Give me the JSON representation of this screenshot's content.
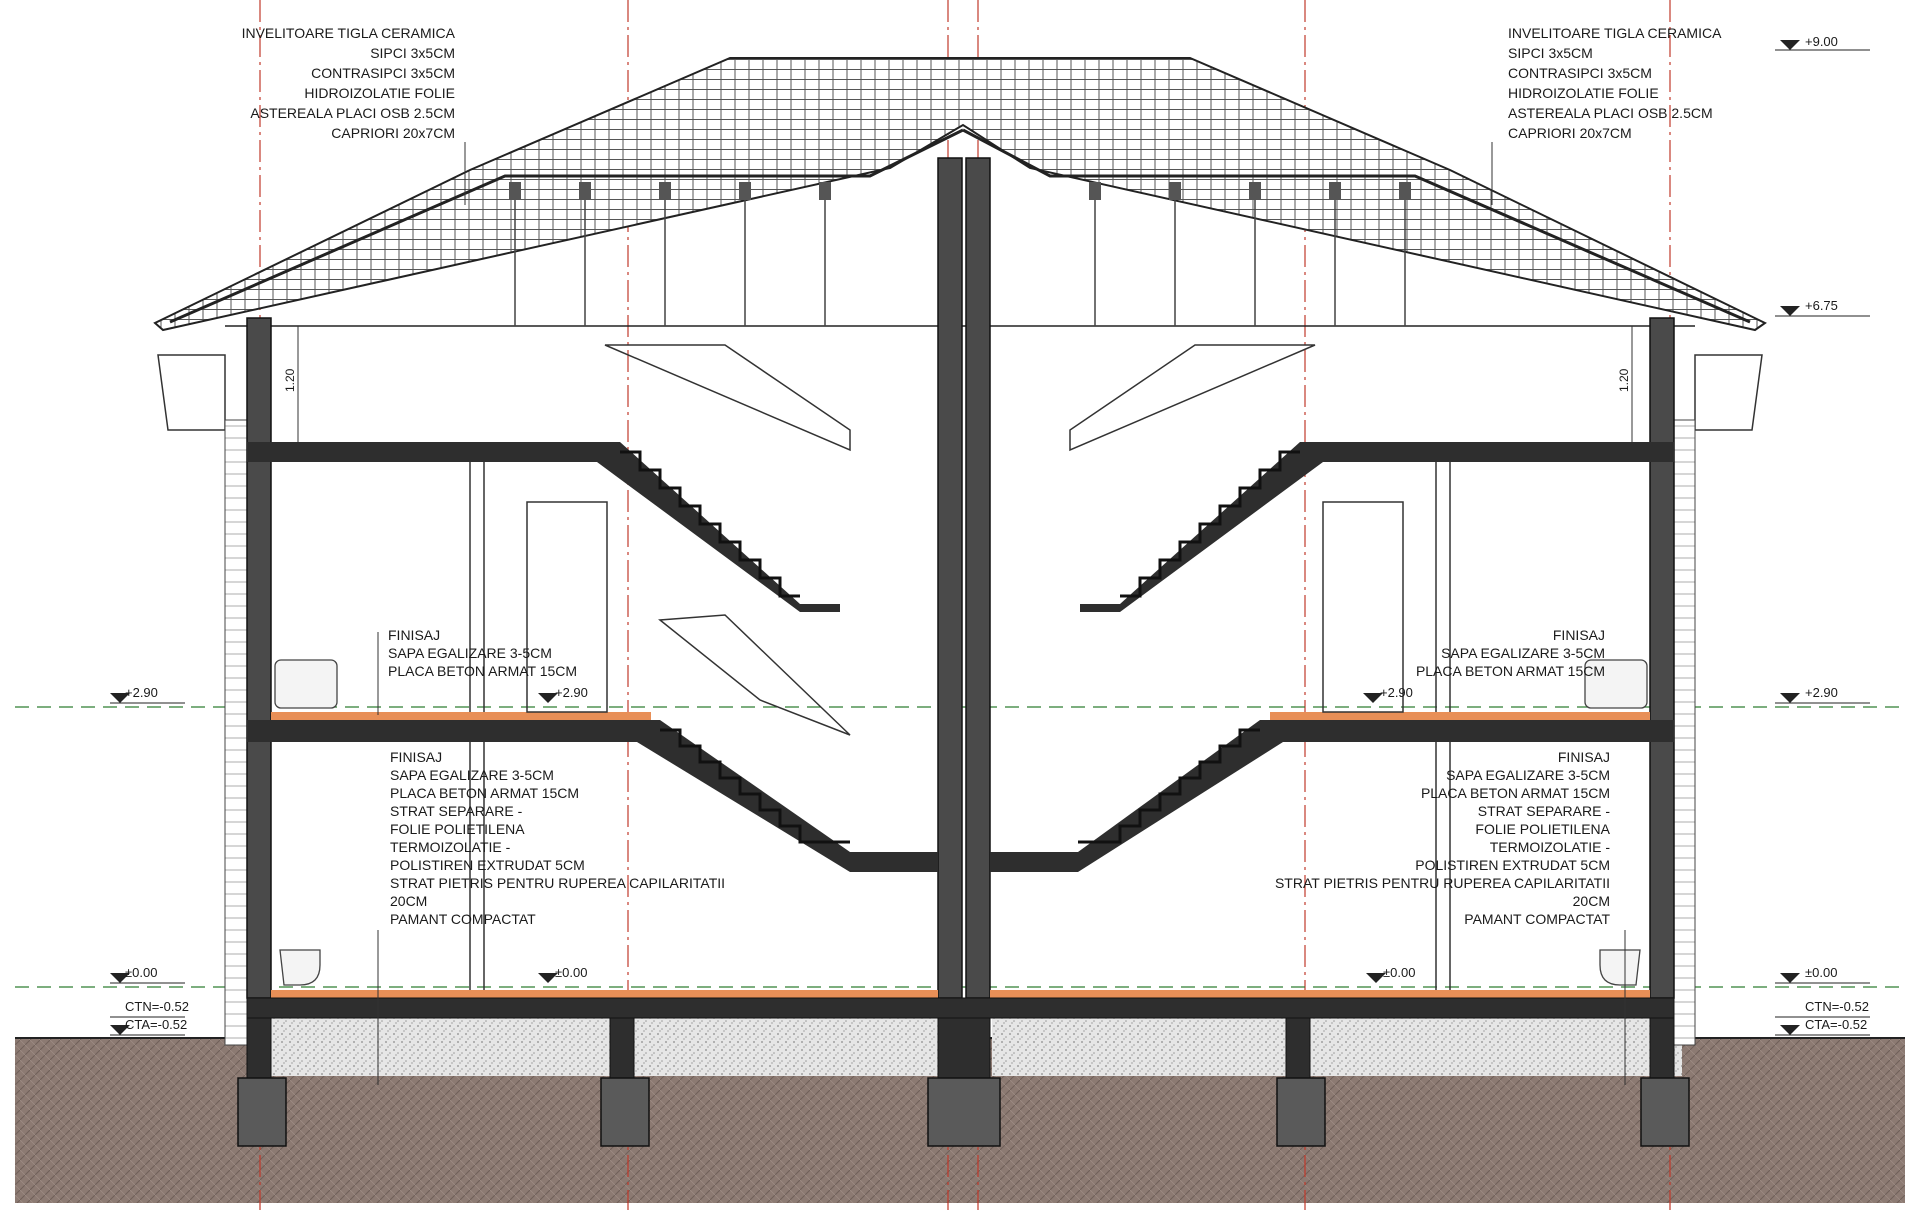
{
  "notes": {
    "roof_left": [
      "INVELITOARE TIGLA CERAMICA",
      "SIPCI 3x5CM",
      "CONTRASIPCI 3x5CM",
      "HIDROIZOLATIE FOLIE",
      "ASTEREALA PLACI OSB 2.5CM",
      "CAPRIORI 20x7CM"
    ],
    "roof_right": [
      "INVELITOARE TIGLA CERAMICA",
      "SIPCI 3x5CM",
      "CONTRASIPCI 3x5CM",
      "HIDROIZOLATIE FOLIE",
      "ASTEREALA PLACI OSB 2.5CM",
      "CAPRIORI 20x7CM"
    ],
    "floor_left": [
      "FINISAJ",
      "SAPA EGALIZARE 3-5CM",
      "PLACA BETON ARMAT 15CM"
    ],
    "floor_right": [
      "FINISAJ",
      "SAPA EGALIZARE 3-5CM",
      "PLACA BETON ARMAT 15CM"
    ],
    "ground_left": [
      "FINISAJ",
      "SAPA EGALIZARE 3-5CM",
      "PLACA BETON ARMAT 15CM",
      "STRAT SEPARARE -",
      "FOLIE POLIETILENA",
      "TERMOIZOLATIE -",
      "POLISTIREN EXTRUDAT 5CM",
      "STRAT PIETRIS PENTRU RUPEREA CAPILARITATII",
      "20CM",
      "PAMANT COMPACTAT"
    ],
    "ground_right": [
      "FINISAJ",
      "SAPA EGALIZARE 3-5CM",
      "PLACA BETON ARMAT 15CM",
      "STRAT SEPARARE -",
      "FOLIE POLIETILENA",
      "TERMOIZOLATIE -",
      "POLISTIREN EXTRUDAT 5CM",
      "STRAT PIETRIS PENTRU RUPEREA CAPILARITATII",
      "20CM",
      "PAMANT COMPACTAT"
    ]
  },
  "levels": {
    "roof_top": "+9.00",
    "eaves": "+6.75",
    "first_floor": "+2.90",
    "ground_floor": "±0.00",
    "ctn": "CTN=-0.52",
    "cta": "CTA=-0.52"
  },
  "dimensions": {
    "attic_knee_wall": "1.20"
  },
  "colors": {
    "concrete_wall": "#4a4a4a",
    "concrete_slab": "#2e2e2e",
    "floor_finish": "#e88f57",
    "soil": "#8c7a72",
    "gravel": "#e2e2e2",
    "axis_line": "#c0392b",
    "level_line": "#2e7d32"
  }
}
